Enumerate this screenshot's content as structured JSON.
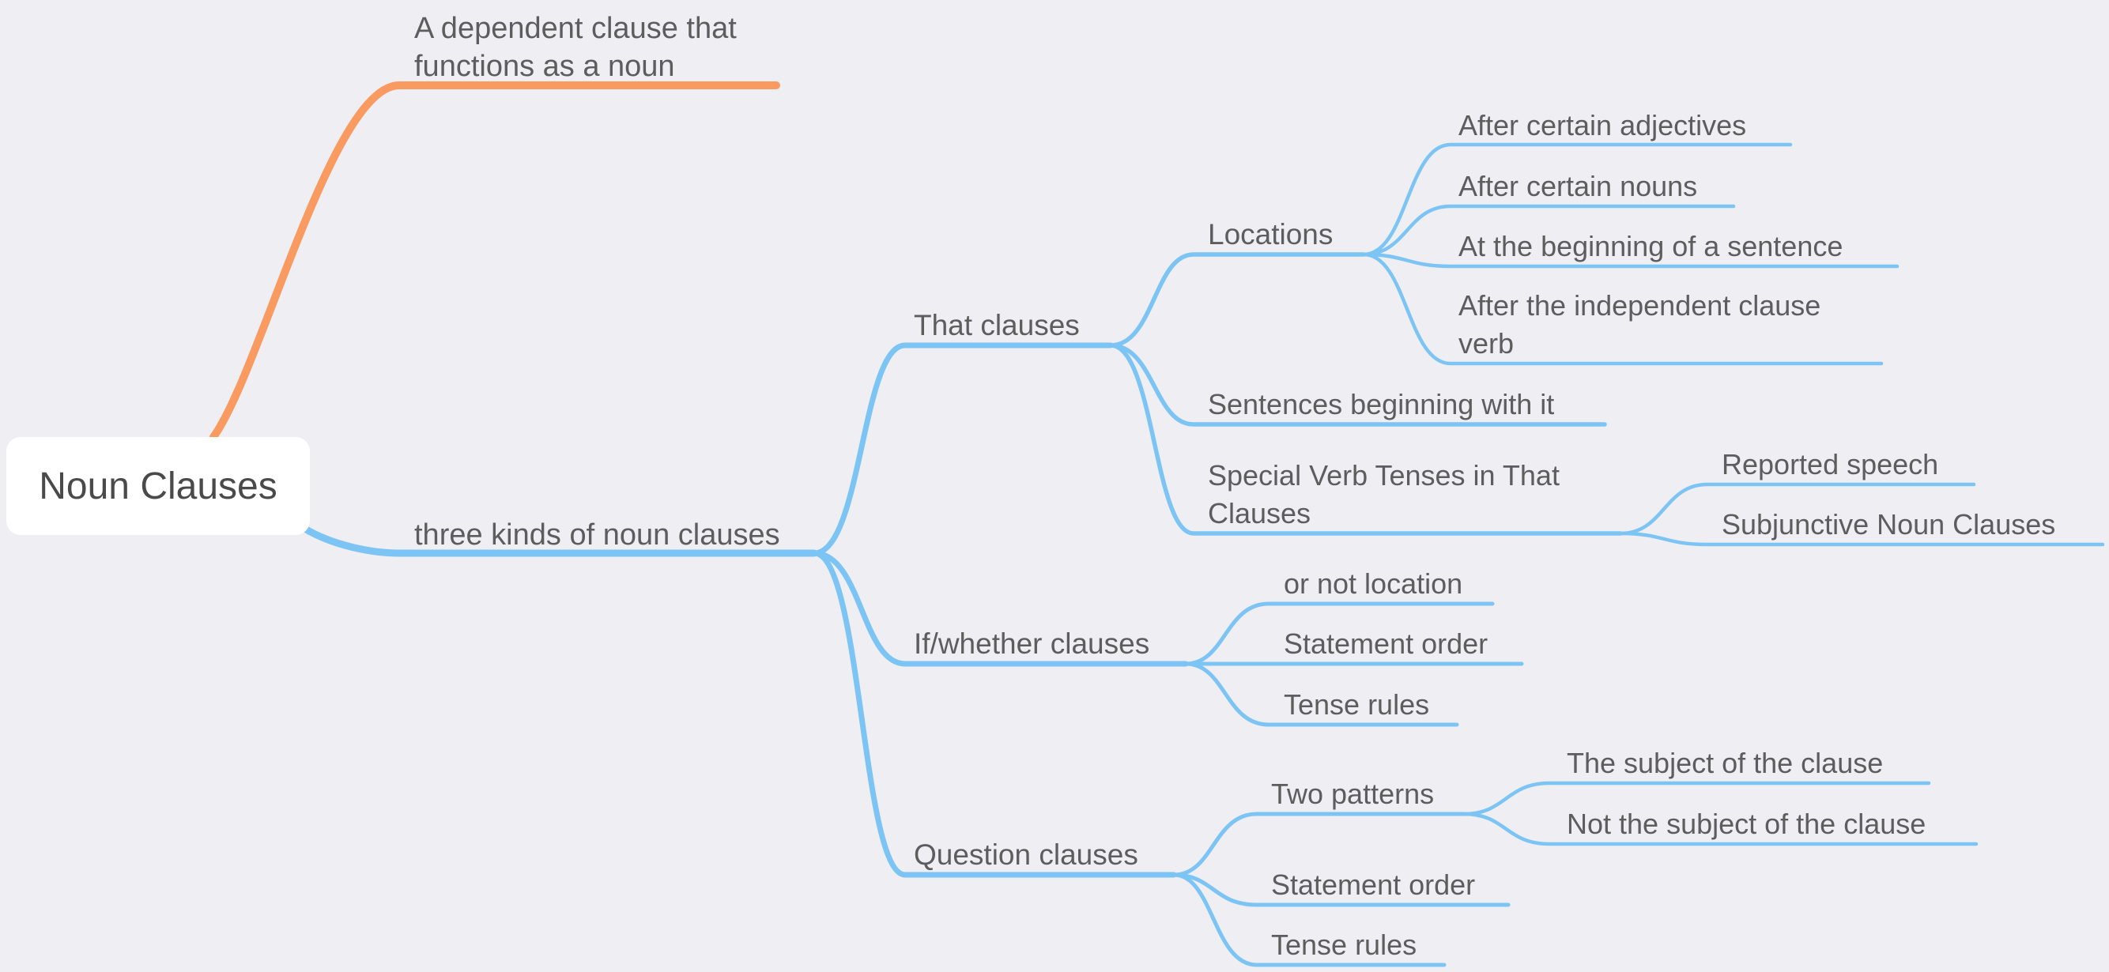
{
  "mindmap": {
    "root": {
      "label": "Noun Clauses"
    },
    "colors": {
      "definition_branch": "#f99a61",
      "main_branch": "#7cc4f4",
      "text": "#5d5d5d",
      "background": "#efeef3",
      "root_fill": "#ffffff"
    },
    "definition": {
      "line1": "A dependent clause that",
      "line2": "functions as a noun"
    },
    "kinds": {
      "label": "three kinds of noun clauses"
    },
    "that_clauses": {
      "label": "That clauses",
      "locations": {
        "label": "Locations",
        "items": [
          "After certain adjectives",
          "After certain nouns",
          "At the beginning of a sentence"
        ],
        "after_verb": {
          "line1": "After the independent clause",
          "line2": "verb"
        }
      },
      "beginning_it": "Sentences beginning with it",
      "special_tenses": {
        "line1": "Special Verb Tenses in That",
        "line2": "Clauses",
        "items": [
          "Reported speech",
          "Subjunctive Noun Clauses"
        ]
      }
    },
    "if_whether": {
      "label": "If/whether clauses",
      "items": [
        "or not location",
        "Statement order",
        "Tense rules"
      ]
    },
    "question": {
      "label": "Question clauses",
      "two_patterns": {
        "label": "Two patterns",
        "items": [
          "The subject of the clause",
          "Not the subject of the clause"
        ]
      },
      "items": [
        "Statement order",
        "Tense rules"
      ]
    }
  }
}
